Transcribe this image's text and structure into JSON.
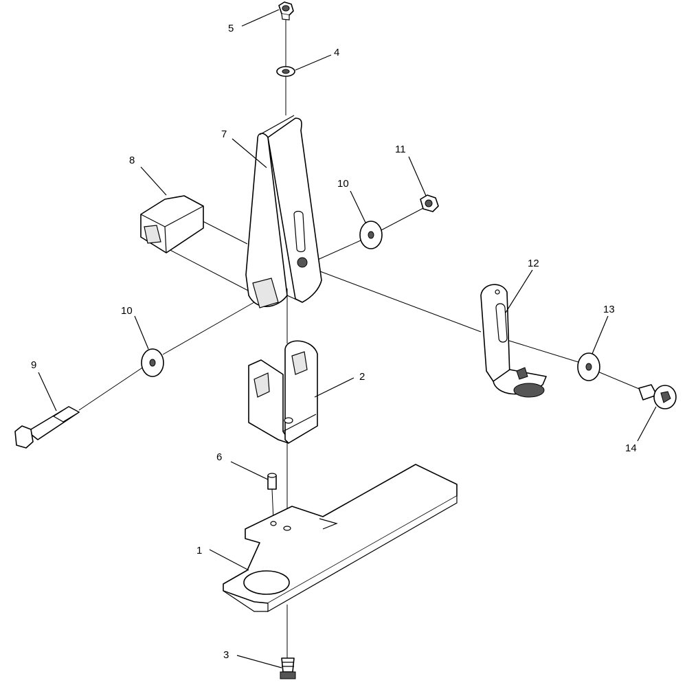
{
  "diagram": {
    "type": "exploded-parts-view",
    "callouts": [
      {
        "id": "1",
        "label": "1"
      },
      {
        "id": "2",
        "label": "2"
      },
      {
        "id": "3",
        "label": "3"
      },
      {
        "id": "4",
        "label": "4"
      },
      {
        "id": "5",
        "label": "5"
      },
      {
        "id": "6",
        "label": "6"
      },
      {
        "id": "7",
        "label": "7"
      },
      {
        "id": "8",
        "label": "8"
      },
      {
        "id": "9",
        "label": "9"
      },
      {
        "id": "10a",
        "label": "10"
      },
      {
        "id": "10b",
        "label": "10"
      },
      {
        "id": "11",
        "label": "11"
      },
      {
        "id": "12",
        "label": "12"
      },
      {
        "id": "13",
        "label": "13"
      },
      {
        "id": "14",
        "label": "14"
      }
    ]
  }
}
